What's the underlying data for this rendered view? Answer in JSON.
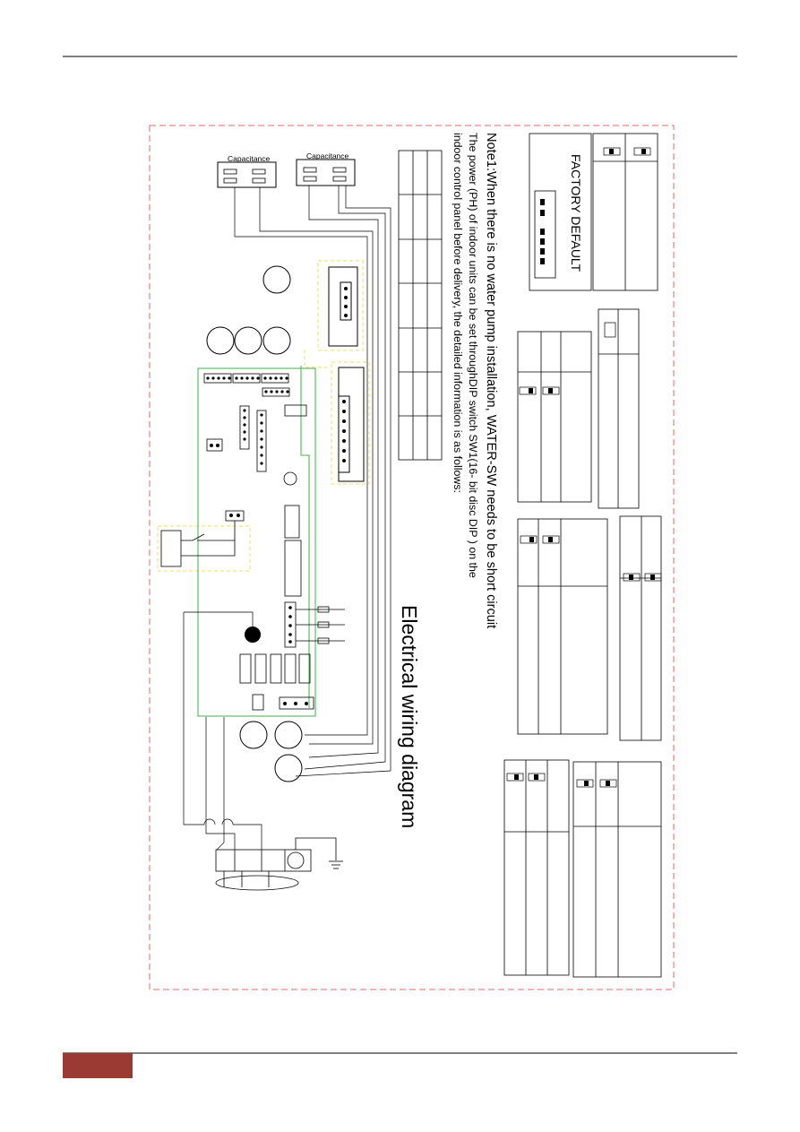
{
  "diagram": {
    "title": "Electrical wiring diagram",
    "note_line1": "Note1:When there is no water pump installation, WATER-SW needs to be short circuit",
    "note_line2": "The power (PH) of indoor units can be set throughDIP switch SW1(16- bit disc DIP ) on the",
    "note_line3": "indoor control panel before delivery, the detailed information is as follows:",
    "factory_default": "FACTORY DEFAULT",
    "capacitance_1": "Capacitance",
    "capacitance_2": "Capacitance"
  },
  "colors": {
    "border_dashed": "#e06a6a",
    "board_green": "#3fb04a",
    "dashed_yellow": "#e8e060",
    "footer_accent": "#9b3a33"
  }
}
